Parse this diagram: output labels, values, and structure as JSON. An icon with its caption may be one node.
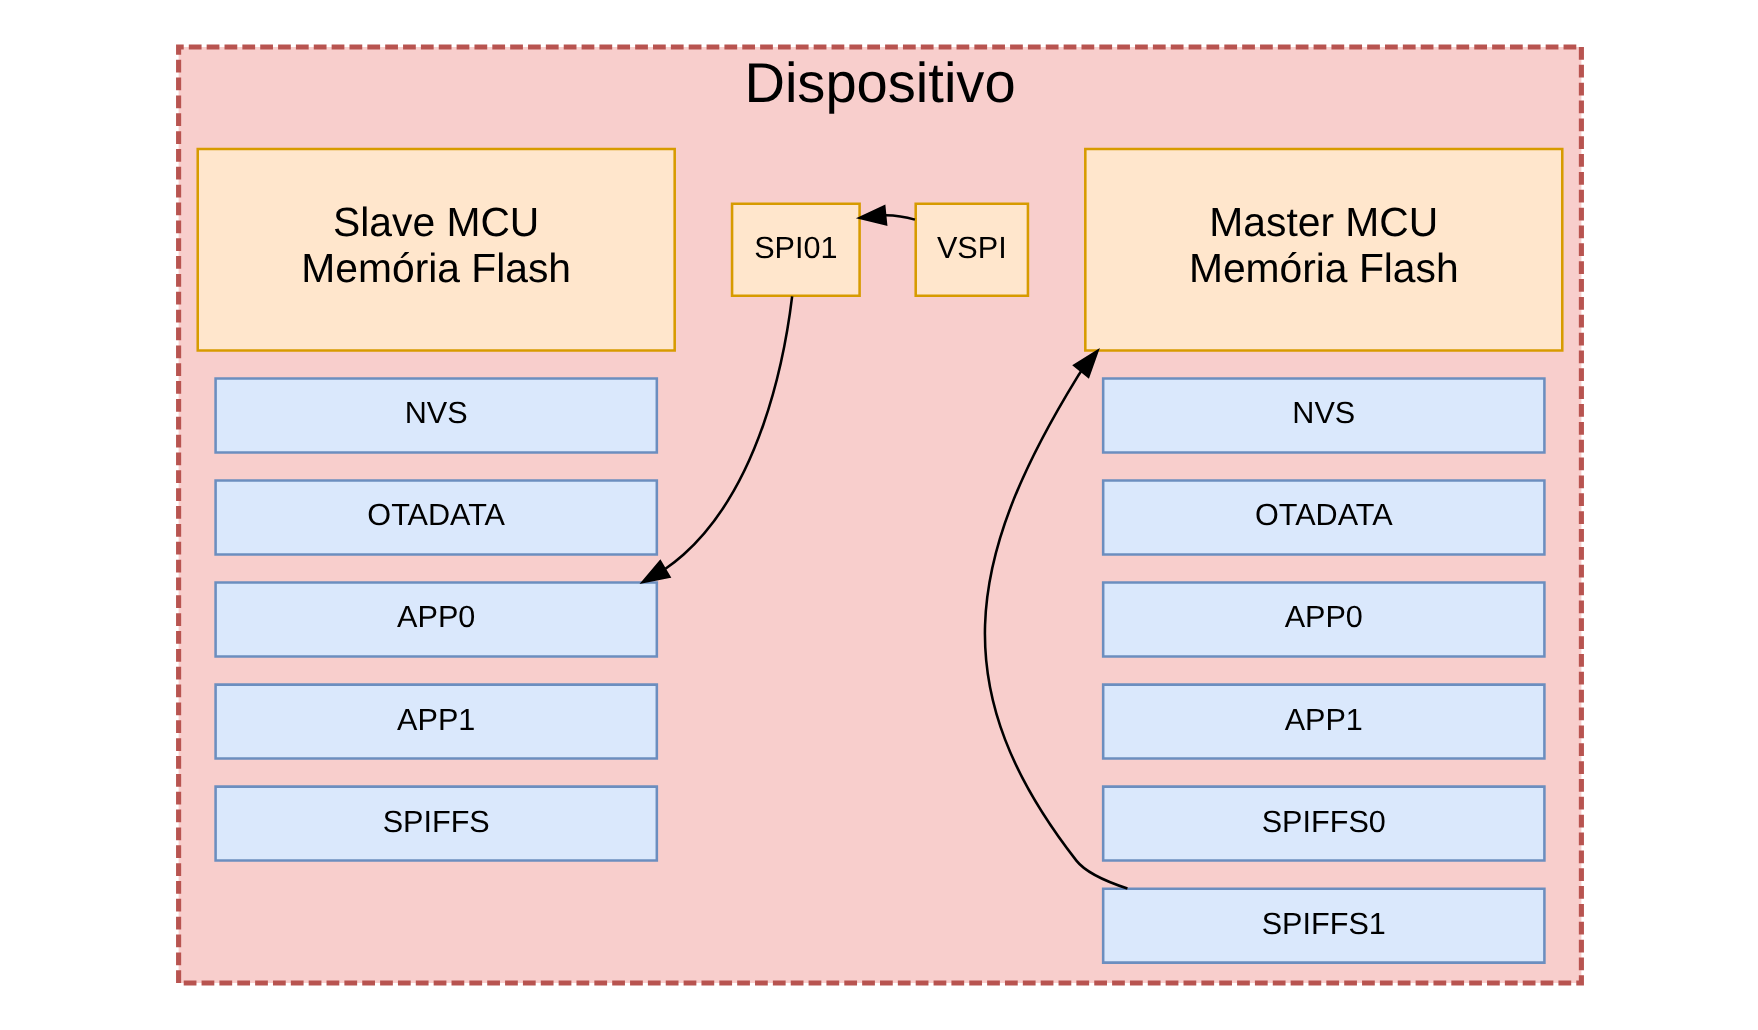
{
  "diagram": {
    "nodes": [
      {
        "text": [
          "Dispositivo"
        ]
      },
      {
        "text": [
          "Slave MCU",
          "Memória Flash"
        ],
        "in": 0
      },
      {
        "text": [
          "SPI01"
        ],
        "in": 0
      },
      {
        "text": [
          "VSPI"
        ],
        "in": 0
      },
      {
        "text": [
          "Master MCU",
          "Memória Flash"
        ],
        "in": 0
      },
      {
        "text": [
          "NVS"
        ],
        "in": 0
      },
      {
        "text": [
          "OTADATA"
        ],
        "in": 0
      },
      {
        "text": [
          "APP0"
        ],
        "in": 0
      },
      {
        "text": [
          "APP1"
        ],
        "in": 0
      },
      {
        "text": [
          "SPIFFS"
        ],
        "in": 0
      },
      {
        "text": [
          "NVS"
        ],
        "in": 0
      },
      {
        "text": [
          "OTADATA"
        ],
        "in": 0
      },
      {
        "text": [
          "APP0"
        ],
        "in": 0
      },
      {
        "text": [
          "APP1"
        ],
        "in": 0
      },
      {
        "text": [
          "SPIFFS0"
        ],
        "in": 0
      },
      {
        "text": [
          "SPIFFS1"
        ],
        "in": 0
      }
    ],
    "edges": [
      {
        "from": 3,
        "to": 2,
        "arrow": "to"
      },
      {
        "from": 2,
        "to": 7,
        "arrow": "to"
      },
      {
        "from": 15,
        "to": 4,
        "arrow": "to"
      }
    ]
  }
}
